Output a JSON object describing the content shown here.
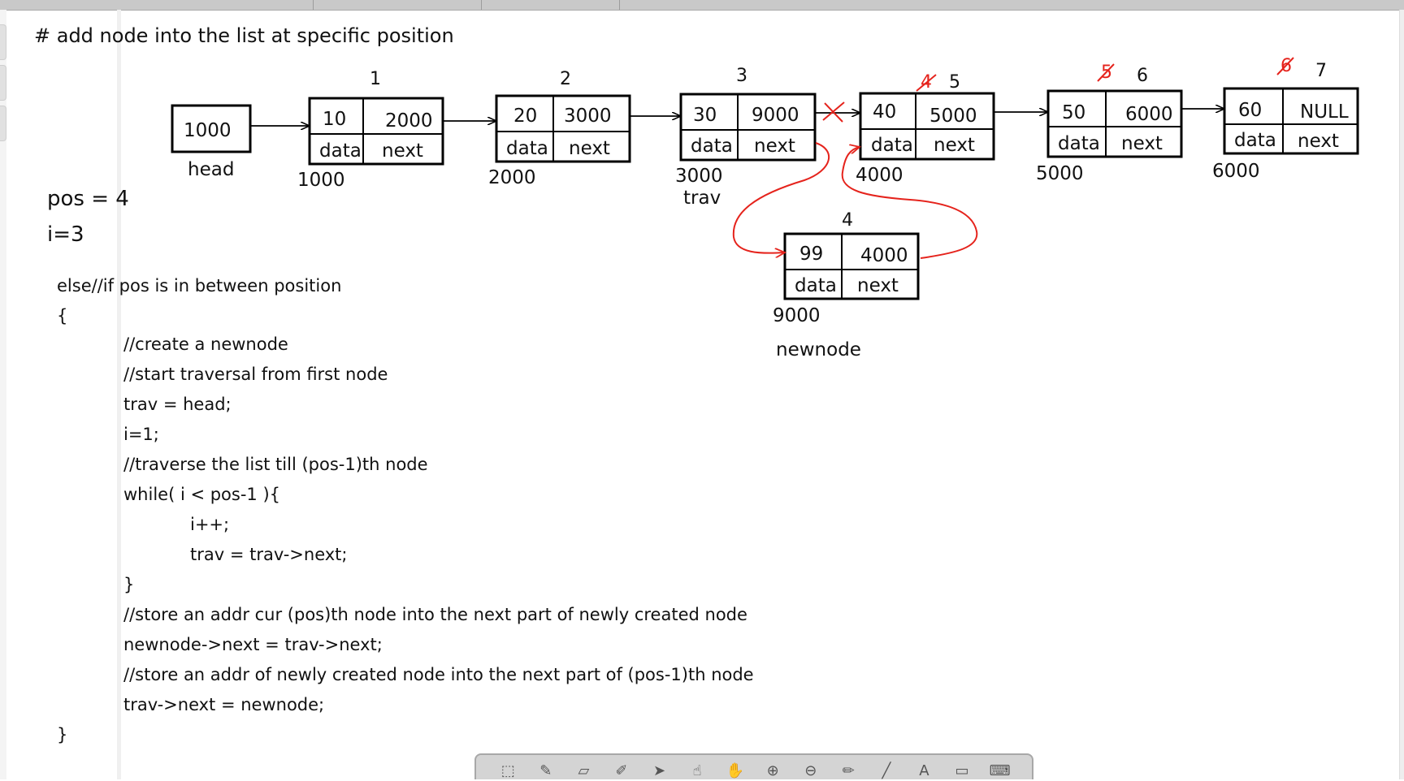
{
  "heading": "# add node into the list at specific position",
  "state": {
    "pos": "pos = 4",
    "i": "i=3"
  },
  "nodes": [
    {
      "index": "1",
      "data": "10",
      "next": "2000",
      "data_label": "data",
      "next_label": "next",
      "addr": "1000"
    },
    {
      "index": "2",
      "data": "20",
      "next": "3000",
      "data_label": "data",
      "next_label": "next",
      "addr": "2000"
    },
    {
      "index": "3",
      "data": "30",
      "next": "9000",
      "data_label": "data",
      "next_label": "next",
      "addr": "3000"
    },
    {
      "index": "5",
      "old_index": "4",
      "data": "40",
      "next": "5000",
      "data_label": "data",
      "next_label": "next",
      "addr": "4000"
    },
    {
      "index": "6",
      "old_index": "5",
      "data": "50",
      "next": "6000",
      "data_label": "data",
      "next_label": "next",
      "addr": "5000"
    },
    {
      "index": "7",
      "old_index": "6",
      "data": "60",
      "next": "NULL",
      "data_label": "data",
      "next_label": "next",
      "addr": "6000"
    }
  ],
  "head": {
    "value": "1000",
    "label": "head"
  },
  "trav_label": "trav",
  "newnode": {
    "index": "4",
    "data": "99",
    "next": "4000",
    "data_label": "data",
    "next_label": "next",
    "addr": "9000",
    "label": "newnode"
  },
  "code": [
    "else//if pos is in between position",
    "{",
    "//create a newnode",
    "//start traversal from first node",
    "trav = head;",
    "i=1;",
    "//traverse the list till (pos-1)th node",
    "while( i < pos-1 ){",
    "i++;",
    "trav = trav->next;",
    "}",
    "//store an addr cur (pos)th node into the next part of newly created node",
    "newnode->next = trav->next;",
    "//store an addr of newly created node into the next part of (pos-1)th node",
    "trav->next = newnode;",
    "}"
  ],
  "toolbar": [
    "select-tool-icon",
    "pen-icon",
    "eraser-icon",
    "highlighter-icon",
    "pointer-icon",
    "hand-pointer-icon",
    "hand-pan-icon",
    "zoom-in-icon",
    "zoom-out-icon",
    "marker-icon",
    "line-icon",
    "text-tool-icon",
    "shape-icon",
    "keyboard-icon"
  ],
  "colors": {
    "ink": "#111111",
    "annotation": "#e5231c",
    "toolbar": "#d4d4d4"
  }
}
